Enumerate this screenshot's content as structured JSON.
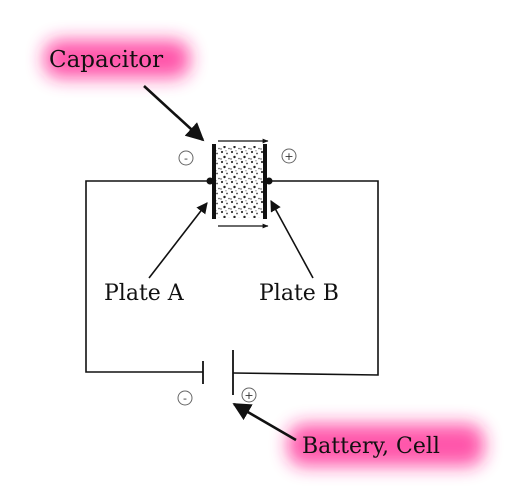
{
  "diagram": {
    "labels": {
      "capacitor": "Capacitor",
      "plate_a": "Plate A",
      "plate_b": "Plate B",
      "battery": "Battery, Cell"
    },
    "signs": {
      "capacitor_negative": "-",
      "capacitor_positive": "+",
      "battery_negative": "-",
      "battery_positive": "+"
    },
    "colors": {
      "highlight": "#ff1f8e",
      "line": "#111111",
      "sign_circle": "#666666"
    }
  }
}
